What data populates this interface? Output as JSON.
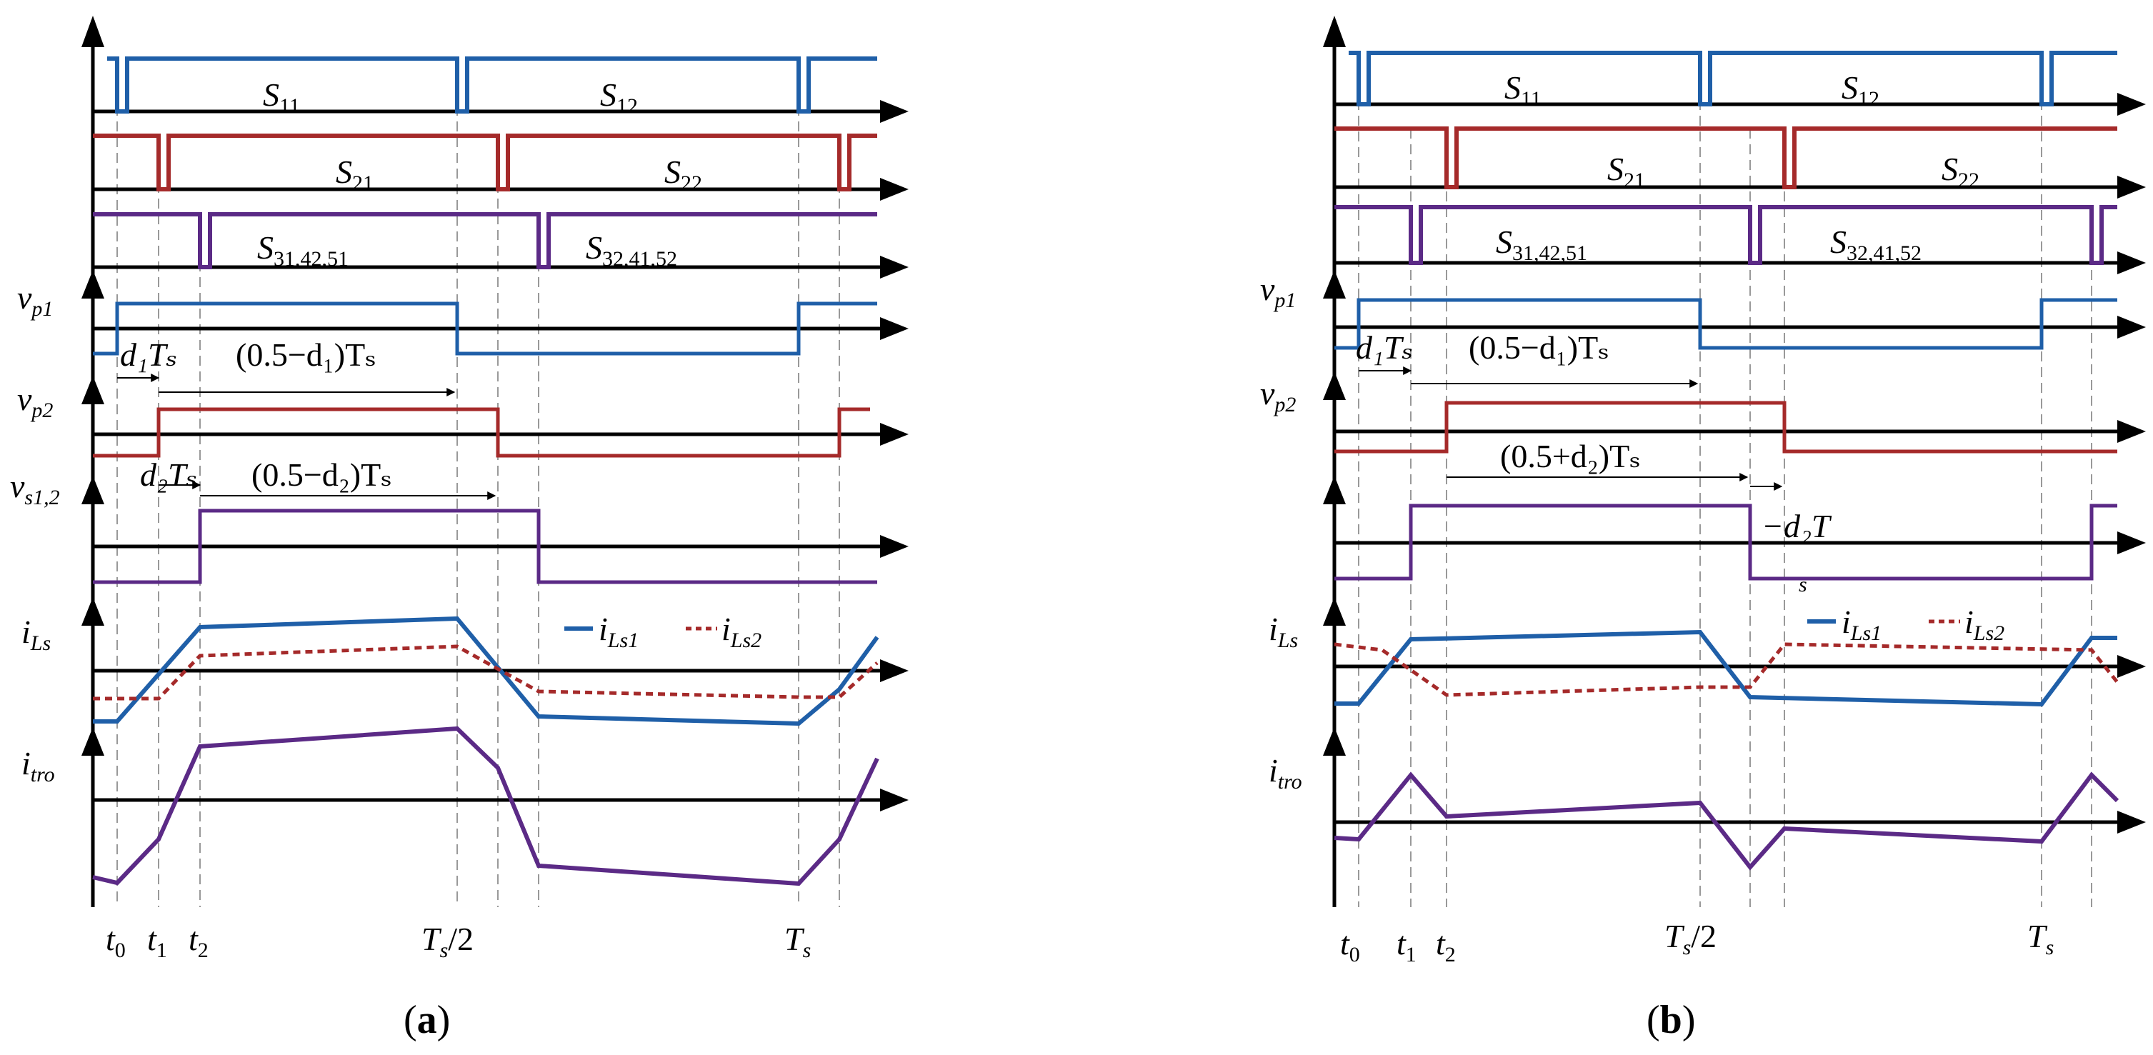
{
  "colors": {
    "blue": "#1f5fa8",
    "red": "#a52a2a",
    "purple": "#5b2a86",
    "axis": "#000000",
    "guide": "#999999"
  },
  "panels": [
    {
      "id": "a",
      "caption": "(a)",
      "caption_letter": "a",
      "gates": [
        {
          "row": 0,
          "labels": [
            {
              "base": "S",
              "sub": "11"
            },
            {
              "base": "S",
              "sub": "12"
            }
          ],
          "color": "blue"
        },
        {
          "row": 1,
          "labels": [
            {
              "base": "S",
              "sub": "21"
            },
            {
              "base": "S",
              "sub": "22"
            }
          ],
          "color": "red"
        },
        {
          "row": 2,
          "labels": [
            {
              "base": "S",
              "sub": "31,42,51"
            },
            {
              "base": "S",
              "sub": "32,41,52"
            }
          ],
          "color": "purple"
        }
      ],
      "voltage_labels": [
        {
          "base": "v",
          "sub": "p1"
        },
        {
          "base": "v",
          "sub": "p2"
        },
        {
          "base": "v",
          "sub": "s1,2"
        }
      ],
      "current_labels": [
        {
          "base": "i",
          "sub": "Ls"
        },
        {
          "base": "i",
          "sub": "tro"
        }
      ],
      "annotations": {
        "d1Ts": "d₁Tₛ",
        "half_minus_d1": "(0.5−d₁)Tₛ",
        "d2Ts": "d₂Tₛ",
        "half_minus_d2": "(0.5−d₂)Tₛ"
      },
      "legend": {
        "series1": "iLs1",
        "series1_sub": "Ls1",
        "series2": "iLs2",
        "series2_sub": "Ls2"
      },
      "time_labels": [
        {
          "base": "t",
          "sub": "0"
        },
        {
          "base": "t",
          "sub": "1"
        },
        {
          "base": "t",
          "sub": "2"
        },
        {
          "base": "T",
          "sub": "s",
          "suffix": "/2"
        },
        {
          "base": "T",
          "sub": "s"
        }
      ]
    },
    {
      "id": "b",
      "caption": "(b)",
      "caption_letter": "b",
      "gates": [
        {
          "row": 0,
          "labels": [
            {
              "base": "S",
              "sub": "11"
            },
            {
              "base": "S",
              "sub": "12"
            }
          ],
          "color": "blue"
        },
        {
          "row": 1,
          "labels": [
            {
              "base": "S",
              "sub": "21"
            },
            {
              "base": "S",
              "sub": "22"
            }
          ],
          "color": "red"
        },
        {
          "row": 2,
          "labels": [
            {
              "base": "S",
              "sub": "31,42,51"
            },
            {
              "base": "S",
              "sub": "32,41,52"
            }
          ],
          "color": "purple"
        }
      ],
      "voltage_labels": [
        {
          "base": "v",
          "sub": "p1"
        },
        {
          "base": "v",
          "sub": "p2"
        }
      ],
      "current_labels": [
        {
          "base": "i",
          "sub": "Ls"
        },
        {
          "base": "i",
          "sub": "tro"
        }
      ],
      "annotations": {
        "d1Ts": "d₁Tₛ",
        "half_minus_d1": "(0.5−d₁)Tₛ",
        "half_plus_d2": "(0.5+d₂)Tₛ",
        "minus_d2T": "−d₂T",
        "minus_d2T_sub": "s"
      },
      "legend": {
        "series1": "iLs1",
        "series1_sub": "Ls1",
        "series2": "iLs2",
        "series2_sub": "Ls2"
      },
      "time_labels": [
        {
          "base": "t",
          "sub": "0"
        },
        {
          "base": "t",
          "sub": "1"
        },
        {
          "base": "t",
          "sub": "2"
        },
        {
          "base": "T",
          "sub": "s",
          "suffix": "/2"
        },
        {
          "base": "T",
          "sub": "s"
        }
      ]
    }
  ]
}
